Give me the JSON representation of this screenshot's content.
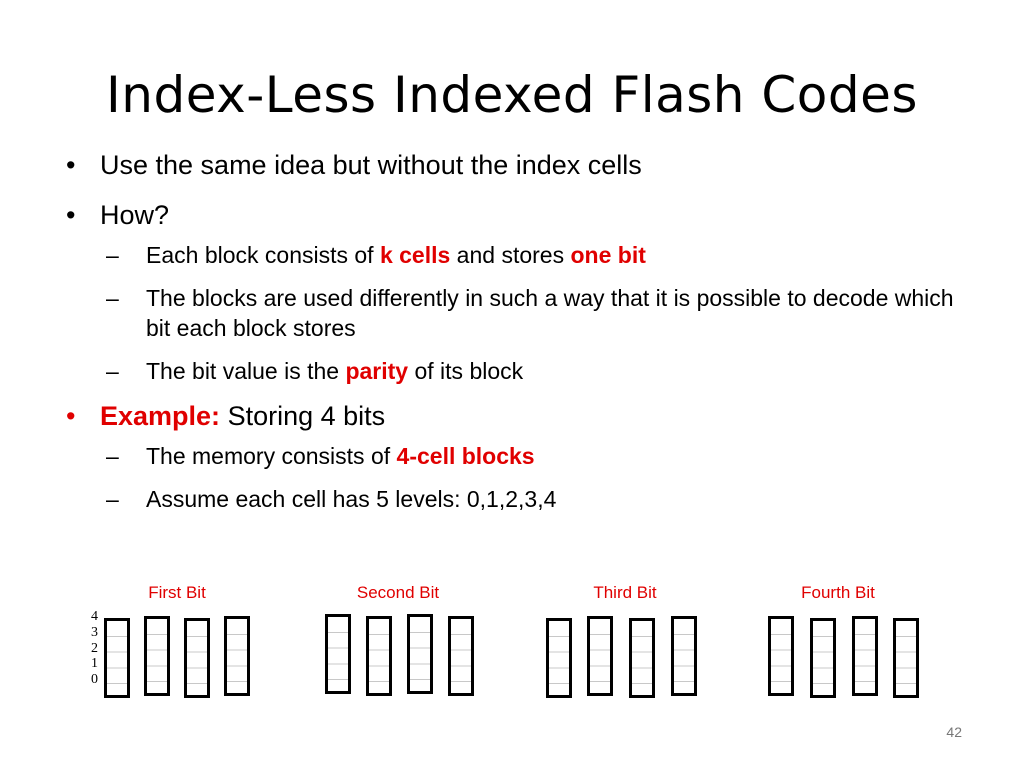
{
  "slide": {
    "title": "Index-Less Indexed Flash Codes",
    "page_number": "42"
  },
  "bullets": {
    "b1": "Use the same idea but without the index cells",
    "b2": "How?",
    "b2_sub1_pre": "Each block consists of ",
    "b2_sub1_red1": "k cells",
    "b2_sub1_mid": " and stores ",
    "b2_sub1_red2": "one bit",
    "b2_sub2": "The blocks are used differently in such a way that it is possible to decode which bit each block stores",
    "b2_sub3_pre": "The bit value is the ",
    "b2_sub3_red": "parity",
    "b2_sub3_post": " of its block",
    "b3_label": "Example:",
    "b3_text": " Storing 4 bits",
    "b3_sub1_pre": "The memory consists of ",
    "b3_sub1_red": "4-cell blocks",
    "b3_sub2": "Assume each cell has 5 levels: 0,1,2,3,4"
  },
  "symbols": {
    "bullet": "•",
    "dash": "–"
  },
  "diagram": {
    "levels": [
      "4",
      "3",
      "2",
      "1",
      "0"
    ],
    "blocks": [
      "First Bit",
      "Second Bit",
      "Third Bit",
      "Fourth Bit"
    ],
    "label_color": "#e00000"
  }
}
